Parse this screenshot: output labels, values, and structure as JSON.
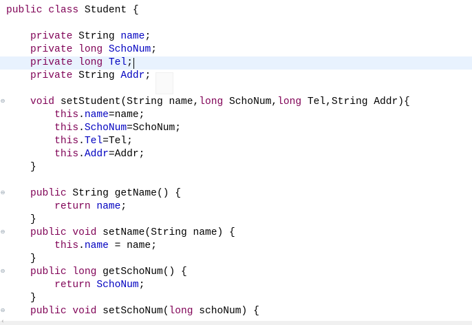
{
  "editor": {
    "colors": {
      "keyword": "#7f0055",
      "field": "#0000c0",
      "text": "#000000",
      "current_line": "#e8f2fe"
    },
    "current_line_index": 4,
    "lines": [
      [
        [
          "public class Student {",
          "kw-mix"
        ]
      ],
      [],
      [
        [
          "    ",
          "txt"
        ],
        [
          "private",
          "kw"
        ],
        [
          " String ",
          "txt"
        ],
        [
          "name",
          "fld"
        ],
        [
          ";",
          "txt"
        ]
      ],
      [
        [
          "    ",
          "txt"
        ],
        [
          "private",
          "kw"
        ],
        [
          " ",
          "txt"
        ],
        [
          "long",
          "kw"
        ],
        [
          " ",
          "txt"
        ],
        [
          "SchoNum",
          "fld"
        ],
        [
          ";",
          "txt"
        ]
      ],
      [
        [
          "    ",
          "txt"
        ],
        [
          "private",
          "kw"
        ],
        [
          " ",
          "txt"
        ],
        [
          "long",
          "kw"
        ],
        [
          " ",
          "txt"
        ],
        [
          "Tel",
          "fld"
        ],
        [
          ";",
          "txt"
        ]
      ],
      [
        [
          "    ",
          "txt"
        ],
        [
          "private",
          "kw"
        ],
        [
          " String ",
          "txt"
        ],
        [
          "Addr",
          "fld"
        ],
        [
          ";",
          "txt"
        ]
      ],
      [],
      [
        [
          "    ",
          "txt"
        ],
        [
          "void",
          "kw"
        ],
        [
          " setStudent(String name,",
          "txt"
        ],
        [
          "long",
          "kw"
        ],
        [
          " SchoNum,",
          "txt"
        ],
        [
          "long",
          "kw"
        ],
        [
          " Tel,String Addr){",
          "txt"
        ]
      ],
      [
        [
          "        ",
          "txt"
        ],
        [
          "this",
          "kw"
        ],
        [
          ".",
          "txt"
        ],
        [
          "name",
          "fld"
        ],
        [
          "=name;",
          "txt"
        ]
      ],
      [
        [
          "        ",
          "txt"
        ],
        [
          "this",
          "kw"
        ],
        [
          ".",
          "txt"
        ],
        [
          "SchoNum",
          "fld"
        ],
        [
          "=SchoNum;",
          "txt"
        ]
      ],
      [
        [
          "        ",
          "txt"
        ],
        [
          "this",
          "kw"
        ],
        [
          ".",
          "txt"
        ],
        [
          "Tel",
          "fld"
        ],
        [
          "=Tel;",
          "txt"
        ]
      ],
      [
        [
          "        ",
          "txt"
        ],
        [
          "this",
          "kw"
        ],
        [
          ".",
          "txt"
        ],
        [
          "Addr",
          "fld"
        ],
        [
          "=Addr;",
          "txt"
        ]
      ],
      [
        [
          "    }",
          "txt"
        ]
      ],
      [],
      [
        [
          "    ",
          "txt"
        ],
        [
          "public",
          "kw"
        ],
        [
          " String getName() {",
          "txt"
        ]
      ],
      [
        [
          "        ",
          "txt"
        ],
        [
          "return",
          "kw"
        ],
        [
          " ",
          "txt"
        ],
        [
          "name",
          "fld"
        ],
        [
          ";",
          "txt"
        ]
      ],
      [
        [
          "    }",
          "txt"
        ]
      ],
      [
        [
          "    ",
          "txt"
        ],
        [
          "public",
          "kw"
        ],
        [
          " ",
          "txt"
        ],
        [
          "void",
          "kw"
        ],
        [
          " setName(String name) {",
          "txt"
        ]
      ],
      [
        [
          "        ",
          "txt"
        ],
        [
          "this",
          "kw"
        ],
        [
          ".",
          "txt"
        ],
        [
          "name",
          "fld"
        ],
        [
          " = name;",
          "txt"
        ]
      ],
      [
        [
          "    }",
          "txt"
        ]
      ],
      [
        [
          "    ",
          "txt"
        ],
        [
          "public",
          "kw"
        ],
        [
          " ",
          "txt"
        ],
        [
          "long",
          "kw"
        ],
        [
          " getSchoNum() {",
          "txt"
        ]
      ],
      [
        [
          "        ",
          "txt"
        ],
        [
          "return",
          "kw"
        ],
        [
          " ",
          "txt"
        ],
        [
          "SchoNum",
          "fld"
        ],
        [
          ";",
          "txt"
        ]
      ],
      [
        [
          "    }",
          "txt"
        ]
      ],
      [
        [
          "    ",
          "txt"
        ],
        [
          "public",
          "kw"
        ],
        [
          " ",
          "txt"
        ],
        [
          "void",
          "kw"
        ],
        [
          " setSchoNum(",
          "txt"
        ],
        [
          "long",
          "kw"
        ],
        [
          " schoNum) {",
          "txt"
        ]
      ]
    ],
    "fold_markers_at_lines": [
      7,
      14,
      17,
      20,
      23
    ]
  }
}
